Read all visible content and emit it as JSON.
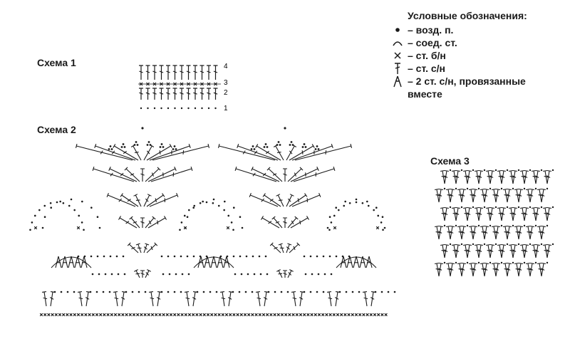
{
  "legend": {
    "title": "Условные обозначения:",
    "items": [
      {
        "icon": "dot-icon",
        "text": "– возд. п."
      },
      {
        "icon": "arc-icon",
        "text": "– соед. ст."
      },
      {
        "icon": "cross-icon",
        "text": "– ст. б/н"
      },
      {
        "icon": "stitch-dc-icon",
        "text": "– ст. с/н"
      },
      {
        "icon": "stitch-dc2tog-icon",
        "text": "– 2 ст. с/н, провязанные вместе"
      }
    ]
  },
  "schemes": {
    "s1": {
      "title": "Схема 1",
      "rows": [
        "4",
        "3",
        "2",
        "1"
      ]
    },
    "s2": {
      "title": "Схема 2"
    },
    "s3": {
      "title": "Схема 3"
    }
  },
  "colors": {
    "ink": "#1a1a1a",
    "background": "#ffffff"
  }
}
